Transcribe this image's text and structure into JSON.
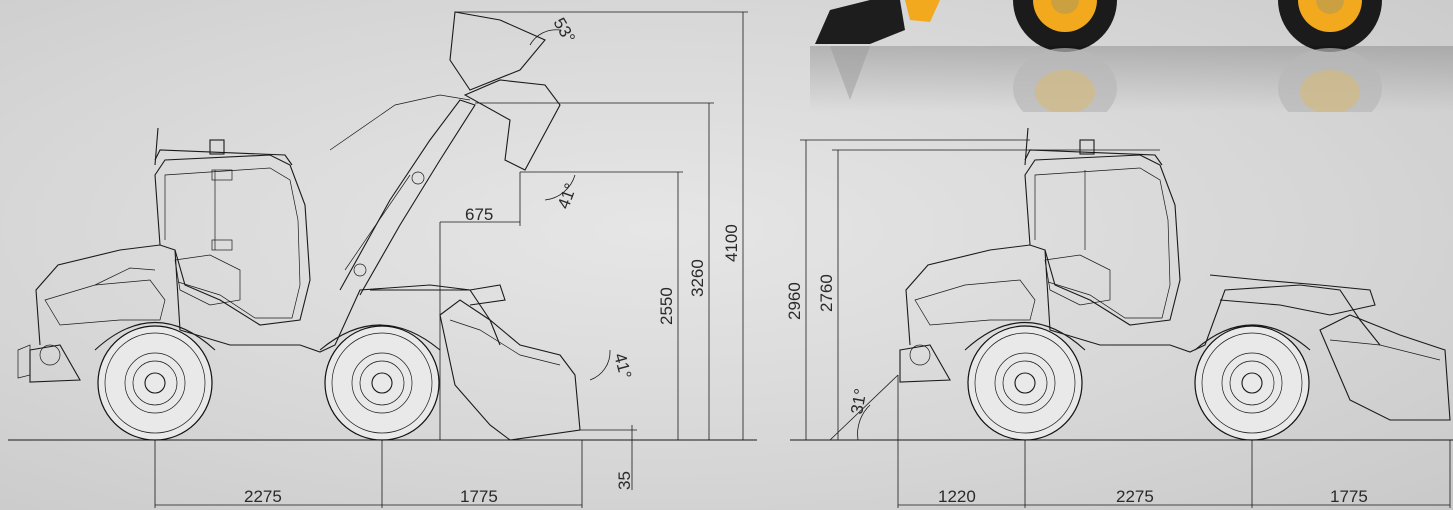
{
  "dimensions": {
    "left_view": {
      "wheelbase_front": "2275",
      "wheelbase_rear": "1775",
      "reach": "675",
      "dump_height": "2550",
      "hinge_height": "3260",
      "max_height": "4100",
      "dig_depth": "35",
      "rollback_angle_top": "53°",
      "dump_angle_mid": "41°",
      "rollback_angle_ground": "41°"
    },
    "right_view": {
      "overall_height": "2960",
      "cab_height": "2760",
      "departure_angle": "31°",
      "rear_overhang": "1220",
      "wheelbase_front": "2275",
      "wheelbase_rear": "1775"
    }
  },
  "colors": {
    "background": "#d6d6d6",
    "line": "#1a1a1a",
    "machine_yellow": "#f2a91e"
  }
}
